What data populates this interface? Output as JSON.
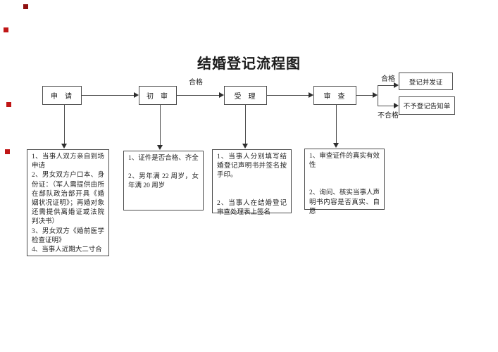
{
  "title": "结婚登记流程图",
  "flow": {
    "steps": [
      {
        "label": "申",
        "label2": "请"
      },
      {
        "label": "初",
        "label2": "审"
      },
      {
        "label": "受",
        "label2": "理"
      },
      {
        "label": "审",
        "label2": "查"
      }
    ],
    "edge_labels": {
      "mid_pass": "合格",
      "branch_pass": "合格",
      "branch_fail": "不合格"
    },
    "outcomes": [
      {
        "label": "登记并发证"
      },
      {
        "label": "不予登记告知单"
      }
    ],
    "details": [
      {
        "items": [
          "1、当事人双方亲自到场申请",
          "2、男女双方户口本、身份证：（军人需提供由所在部队政治部开具《婚姻状况证明》；再婚对象还需提供离婚证或法院判决书）",
          "3、男女双方《婚前医学检查证明》",
          "4、当事人近期大二寸合"
        ]
      },
      {
        "items": [
          "1、证件是否合格、齐全",
          "2、男年满 22 周岁，女年满 20 周岁"
        ]
      },
      {
        "items": [
          "1、当事人分别填写结婚登记声明书并签名按手印。",
          "2、当事人在结婚登记审查处理表上签名"
        ]
      },
      {
        "items": [
          "1、审查证件的真实有效性",
          "2、询问、核实当事人声明书内容是否真实、自愿"
        ]
      }
    ]
  },
  "colors": {
    "line": "#4d4d4d",
    "text": "#222222",
    "background": "#ffffff",
    "artifact_red": "#c01616"
  }
}
